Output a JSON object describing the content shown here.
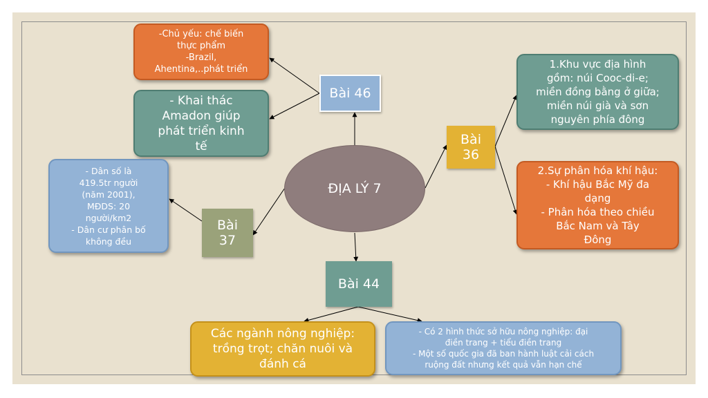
{
  "center": {
    "label": "ĐỊA LÝ 7",
    "color": "#8f7d7d"
  },
  "lessons": {
    "bai46": {
      "label": "Bài 46",
      "color": "#93b3d6"
    },
    "bai36": {
      "lines": [
        "Bài",
        "36"
      ],
      "color": "#e3b234"
    },
    "bai37": {
      "lines": [
        "Bài",
        "37"
      ],
      "color": "#9aa27a"
    },
    "bai44": {
      "label": "Bài 44",
      "color": "#6f9d92"
    }
  },
  "notes": {
    "food": {
      "lines": [
        "-Chủ yếu: chế biến",
        "thực phẩm",
        "-Brazil,",
        "Ahentina,..phát triển"
      ],
      "color": "#e5773a"
    },
    "amadon": {
      "lines": [
        "-   Khai thác",
        "Amadon giúp",
        "phát triển kinh",
        "tế"
      ],
      "color": "#6f9d92"
    },
    "population": {
      "lines": [
        "-     Dân số là",
        "419.5tr người",
        "(năm 2001),",
        "MĐDS: 20",
        "người/km2",
        "-    Dân cư phân bố",
        "không đều"
      ],
      "color": "#93b3d6"
    },
    "terrain": {
      "lines": [
        "1.Khu vực địa hình",
        "gồm: núi Cooc-di-e;",
        "miền đồng bằng ở giữa;",
        "miền núi già và sơn",
        "nguyên phía đông"
      ],
      "color": "#6f9d92"
    },
    "climate": {
      "lines": [
        "2.Sự phân hóa khí hậu:",
        "-   Khí hậu Bắc Mỹ đa",
        "dạng",
        "-   Phân hóa theo chiều",
        "Bắc Nam và Tây",
        "Đông"
      ],
      "color": "#e5773a"
    },
    "agriculture": {
      "lines": [
        "Các ngành nông nghiệp:",
        "trồng trọt; chăn nuôi và",
        "đánh cá"
      ],
      "color": "#e3b234"
    },
    "ownership": {
      "lines": [
        "-    Có 2 hình thức sở hữu nông nghiệp: đại",
        "điền trang + tiểu điền trang",
        "-    Một số quốc gia đã ban hành luật cải cách",
        "ruộng đất nhưng kết quả vẫn hạn chế"
      ],
      "color": "#93b3d6"
    }
  }
}
